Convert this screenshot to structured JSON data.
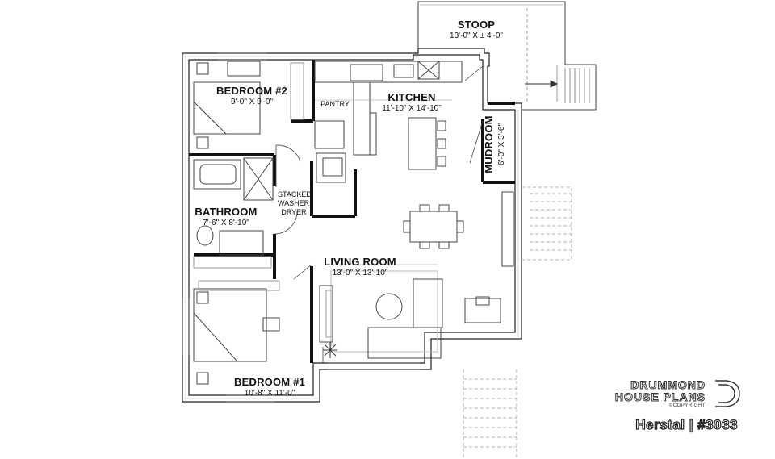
{
  "rooms": {
    "stoop": {
      "name": "STOOP",
      "dims": "13'-0\" X ± 4'-0\""
    },
    "bedroom2": {
      "name": "BEDROOM #2",
      "dims": "9'-0\" X 9'-0\""
    },
    "pantry": {
      "name": "PANTRY"
    },
    "kitchen": {
      "name": "KITCHEN",
      "dims": "11'-10\" X 14'-10\""
    },
    "mudroom": {
      "name": "MUDROOM",
      "dims": "6'-0\" X 3'-6\""
    },
    "laundry": {
      "line1": "STACKED",
      "line2": "WASHER /",
      "line3": "DRYER"
    },
    "bathroom": {
      "name": "BATHROOM",
      "dims": "7'-6\" X 8'-10\""
    },
    "living": {
      "name": "LIVING ROOM",
      "dims": "13'-0\" X 13'-10\""
    },
    "bedroom1": {
      "name": "BEDROOM #1",
      "dims": "10'-8\" X 11'-0\""
    }
  },
  "brand": {
    "line1": "DRUMMOND",
    "line2": "HOUSE PLANS",
    "copyright": "©COPYRIGHT",
    "plan_id": "Herstal | #3033"
  },
  "colors": {
    "wall": "#111111",
    "line": "#444444",
    "light": "#999999"
  }
}
